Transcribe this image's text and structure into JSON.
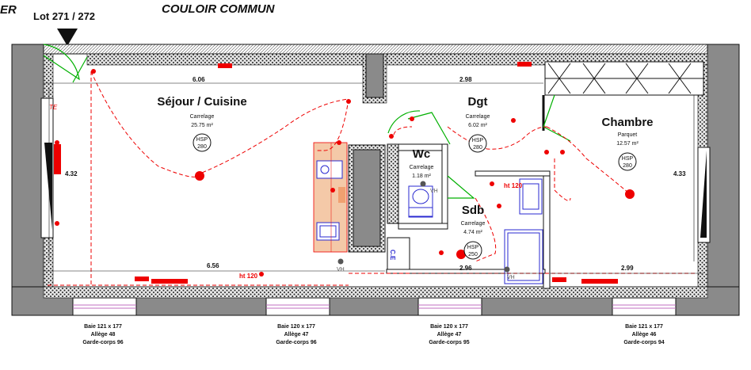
{
  "header": {
    "corner_text": "ER",
    "lot": "Lot 271 / 272",
    "corridor": "COULOIR COMMUN"
  },
  "rooms": [
    {
      "name": "Séjour / Cuisine",
      "floor": "Carrelage",
      "area": "25.75 m²",
      "hsp_label": "HSP",
      "hsp": "280"
    },
    {
      "name": "Dgt",
      "floor": "Carrelage",
      "area": "6.02 m²",
      "hsp_label": "HSP",
      "hsp": "280"
    },
    {
      "name": "Chambre",
      "floor": "Parquet",
      "area": "12.57 m²",
      "hsp_label": "HSP",
      "hsp": "280"
    },
    {
      "name": "Wc",
      "floor": "Carrelage",
      "area": "1.18 m²"
    },
    {
      "name": "Sdb",
      "floor": "Carrelage",
      "area": "4.74 m²",
      "hsp_label": "HSP",
      "hsp": "250"
    }
  ],
  "dimensions": {
    "sejour_top": "6.06",
    "dgt_top": "2.98",
    "left_height": "4.32",
    "right_height": "4.33",
    "sejour_bottom": "6.56",
    "sdb_bottom": "2.96",
    "chambre_bottom": "2.99"
  },
  "annotations": {
    "ht120_a": "ht 120",
    "ht120_b": "ht 120",
    "ce": "C.E",
    "vh_wc": "VH",
    "vh_kitchen": "VH",
    "vh_sdb": "VH",
    "te": "TE"
  },
  "windows": [
    {
      "line1": "Baie 121 x 177",
      "line2": "Allège 48",
      "line3": "Garde-corps 96"
    },
    {
      "line1": "Baie 120 x 177",
      "line2": "Allège 47",
      "line3": "Garde-corps 96"
    },
    {
      "line1": "Baie 120 x 177",
      "line2": "Allège 47",
      "line3": "Garde-corps 95"
    },
    {
      "line1": "Baie 121 x 177",
      "line2": "Allège 46",
      "line3": "Garde-corps 94"
    }
  ],
  "colors": {
    "wall_fill": "#8a8a8a",
    "insulation": "#dcdcdc",
    "electric": "#e00000",
    "door": "#00b000",
    "kitchen": "#f4c9a8",
    "blue": "#2a2ad0"
  }
}
